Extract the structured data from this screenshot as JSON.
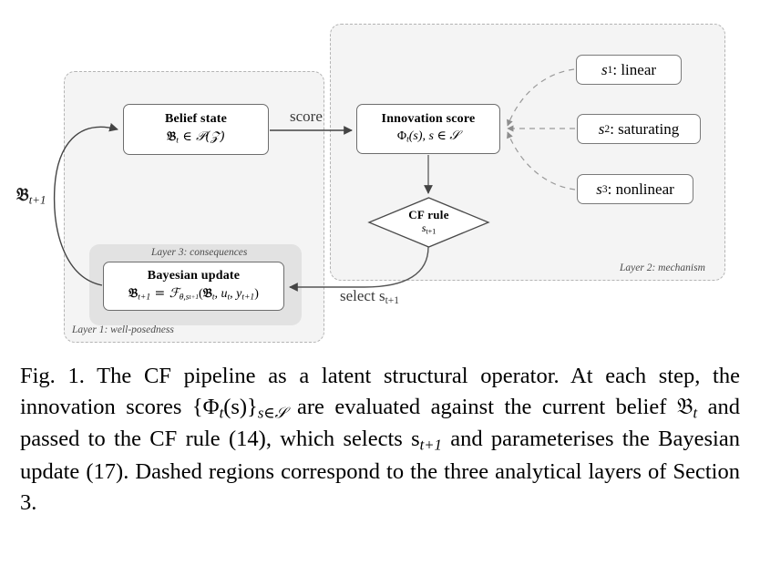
{
  "figure": {
    "layers": [
      {
        "id": "layer1",
        "label": "Layer 1: well-posedness"
      },
      {
        "id": "layer2",
        "label": "Layer 2: mechanism"
      },
      {
        "id": "layer3",
        "label": "Layer 3: consequences"
      }
    ],
    "nodes": {
      "belief_state": {
        "title": "Belief state",
        "formula": "𝔅 t ∈ 𝒫(𝒵)",
        "formula_base": "𝔅",
        "formula_sub": "t",
        "formula_rest": " ∈ 𝒫(𝒵)"
      },
      "innovation_score": {
        "title": "Innovation score",
        "formula_base": "Φ",
        "formula_sub": "t",
        "formula_rest": "(s),    s ∈ 𝒮"
      },
      "bayesian_update": {
        "title": "Bayesian update",
        "formula_lhs": "𝔅",
        "formula_lhs_sub": "t+1",
        "formula_mid": " = ℱ",
        "formula_mid_sub": "θ,s",
        "formula_mid_sub2": "t+1",
        "formula_rhs": "(𝔅",
        "formula_rhs_sub": "t",
        "formula_rhs2": ", u",
        "formula_rhs2_sub": "t",
        "formula_rhs3": ", y",
        "formula_rhs3_sub": "t+1",
        "formula_close": ")"
      },
      "cf_rule": {
        "title": "CF rule",
        "sub_base": "s",
        "sub_sub": "t+1"
      }
    },
    "strategies": [
      {
        "symbol": "s",
        "index": "1",
        "label": ": linear"
      },
      {
        "symbol": "s",
        "index": "2",
        "label": ": saturating"
      },
      {
        "symbol": "s",
        "index": "3",
        "label": ": nonlinear"
      }
    ],
    "edges": {
      "score_label": "score",
      "select_label_base": "select  s",
      "select_label_sub": "t+1",
      "feedback_label_base": "𝔅",
      "feedback_label_sub": "t+1"
    },
    "colors": {
      "layer_fill": "#f4f4f4",
      "layer_border": "#b4b4b4",
      "layer3_fill": "#e2e2e2",
      "node_border": "#6d6d6d",
      "node_fill": "#ffffff",
      "edge_stroke": "#444444",
      "dashed_edge_stroke": "#9a9a9a",
      "label_text": "#3a3a3a",
      "layer_label_text": "#4a4a4a"
    }
  },
  "caption": {
    "prefix": "Fig. 1.",
    "line1": "The CF pipeline as a latent structural operator.",
    "line2_a": "At each step, the innovation scores {Φ",
    "line2_sub": "t",
    "line2_b": "(s)}",
    "line2_sub2": "s∈𝒮",
    "line2_c": " are evaluated against the current belief 𝔅",
    "line2_sub3": "t",
    "line2_d": " and passed to the CF rule (14), which selects s",
    "line2_sub4": "t+1",
    "line2_e": " and parameterises the Bayesian update (17). Dashed regions correspond to the three analytical layers of Section 3."
  }
}
